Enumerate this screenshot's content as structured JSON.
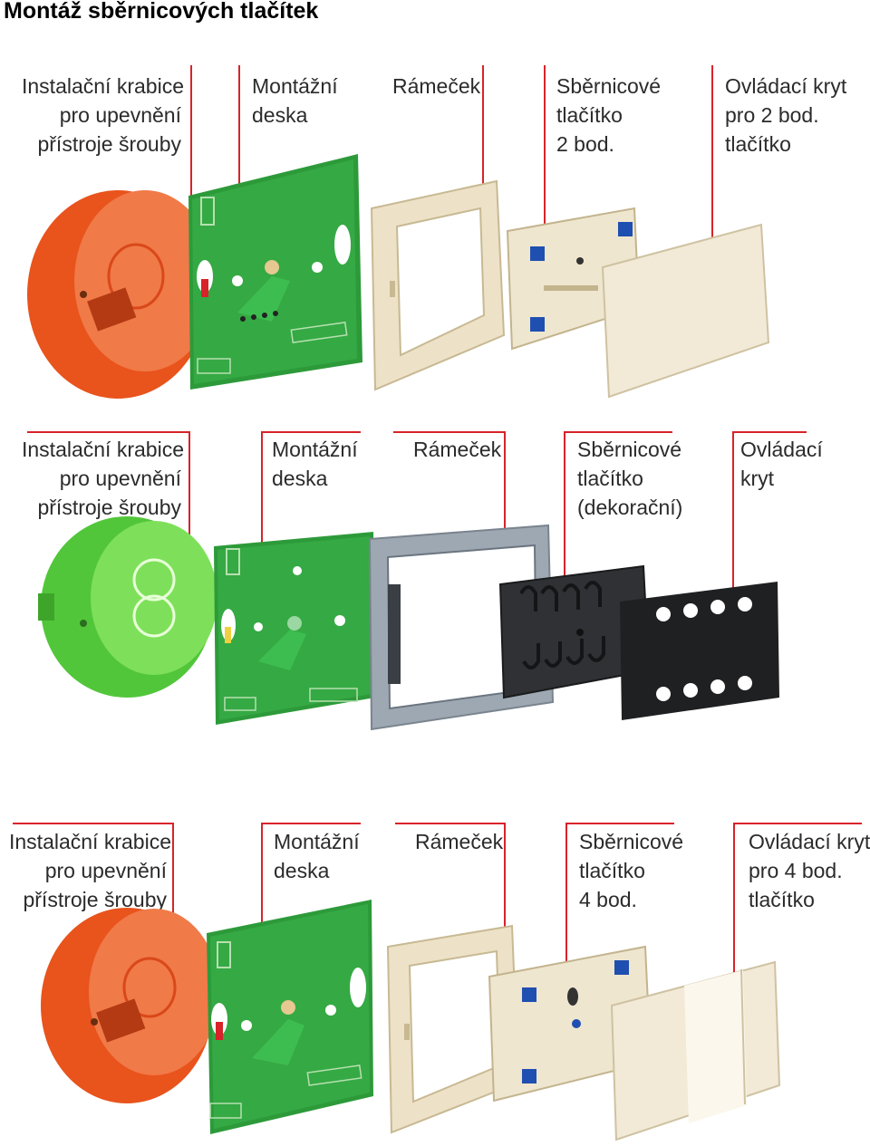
{
  "title": "Montáž sběrnicových tlačítek",
  "colors": {
    "callout_line": "#d8232a",
    "label_text": "#2b2b2b"
  },
  "rows": [
    {
      "labels": {
        "box": "Instalační krabice\npro upevnění\npřístroje šrouby",
        "plate": "Montážní\ndeska",
        "frame": "Rámeček",
        "button": "Sběrnicové\ntlačítko\n2 bod.",
        "cover": "Ovládací kryt\npro 2 bod.\ntlačítko"
      }
    },
    {
      "labels": {
        "box": "Instalační krabice\npro upevnění\npřístroje šrouby",
        "plate": "Montážní\ndeska",
        "frame": "Rámeček",
        "button": "Sběrnicové\ntlačítko\n(dekorační)",
        "cover": "Ovládací\nkryt"
      }
    },
    {
      "labels": {
        "box": "Instalační krabice\npro upevnění\npřístroje šrouby",
        "plate": "Montážní\ndeska",
        "frame": "Rámeček",
        "button": "Sběrnicové\ntlačítko\n4 bod.",
        "cover": "Ovládací kryt\npro 4 bod.\ntlačítko"
      }
    }
  ]
}
